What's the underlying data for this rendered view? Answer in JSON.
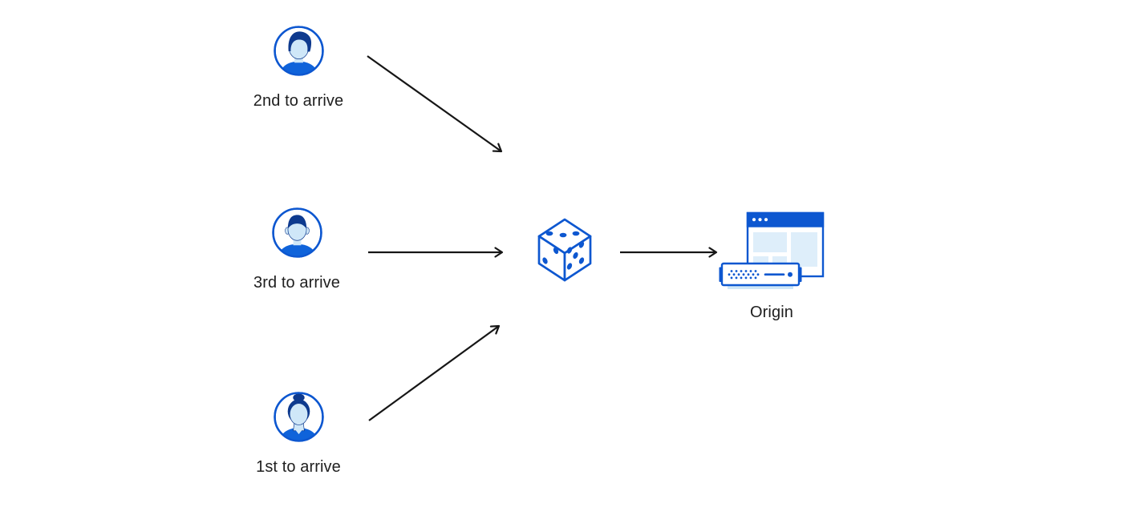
{
  "diagram": {
    "nodes": {
      "visitor_top": {
        "label": "2nd to arrive",
        "icon": "avatar-man-quiff-icon"
      },
      "visitor_middle": {
        "label": "3rd to arrive",
        "icon": "avatar-man-flattop-icon"
      },
      "visitor_bottom": {
        "label": "1st to arrive",
        "icon": "avatar-woman-bun-icon"
      },
      "randomizer": {
        "icon": "dice-icon"
      },
      "origin": {
        "label": "Origin",
        "icon": "origin-server-browser-icon"
      }
    },
    "edges": [
      {
        "from": "visitor_top",
        "to": "randomizer"
      },
      {
        "from": "visitor_middle",
        "to": "randomizer"
      },
      {
        "from": "visitor_bottom",
        "to": "randomizer"
      },
      {
        "from": "randomizer",
        "to": "origin"
      }
    ],
    "colors": {
      "background": "#ffffff",
      "primary_blue": "#0d57d0",
      "navy": "#0e3a8e",
      "light_blue": "#cfe7f8",
      "pale_blue": "#deeefa",
      "shirt_blue": "#0f63da",
      "arrow_black": "#161616",
      "label_text": "#202020"
    }
  }
}
